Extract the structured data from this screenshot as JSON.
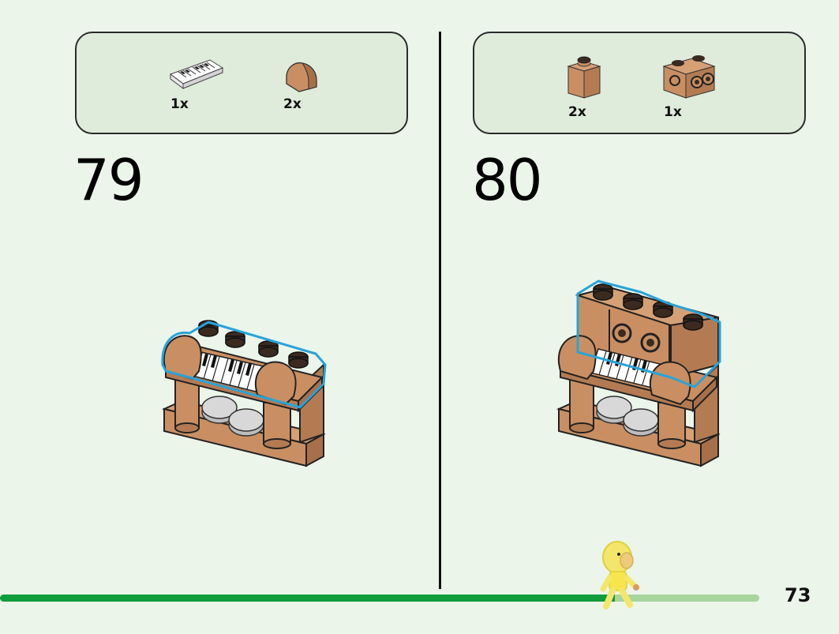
{
  "steps": [
    {
      "number": "79",
      "parts": [
        {
          "icon": "piano-tile-icon",
          "qty": "1x"
        },
        {
          "icon": "curved-slope-brick-icon",
          "qty": "2x"
        }
      ]
    },
    {
      "number": "80",
      "parts": [
        {
          "icon": "brick-1x1-icon",
          "qty": "2x"
        },
        {
          "icon": "brick-with-side-studs-icon",
          "qty": "1x"
        }
      ]
    }
  ],
  "page": {
    "number": "73",
    "progress": 0.81
  },
  "colors": {
    "background": "#ebf5ea",
    "parts_box": "#dfebdb",
    "brick_brown": "#c98f62",
    "highlight_outline": "#2aa3d8",
    "progress_fill": "#0f9c3a",
    "progress_track": "#a7d59b"
  }
}
